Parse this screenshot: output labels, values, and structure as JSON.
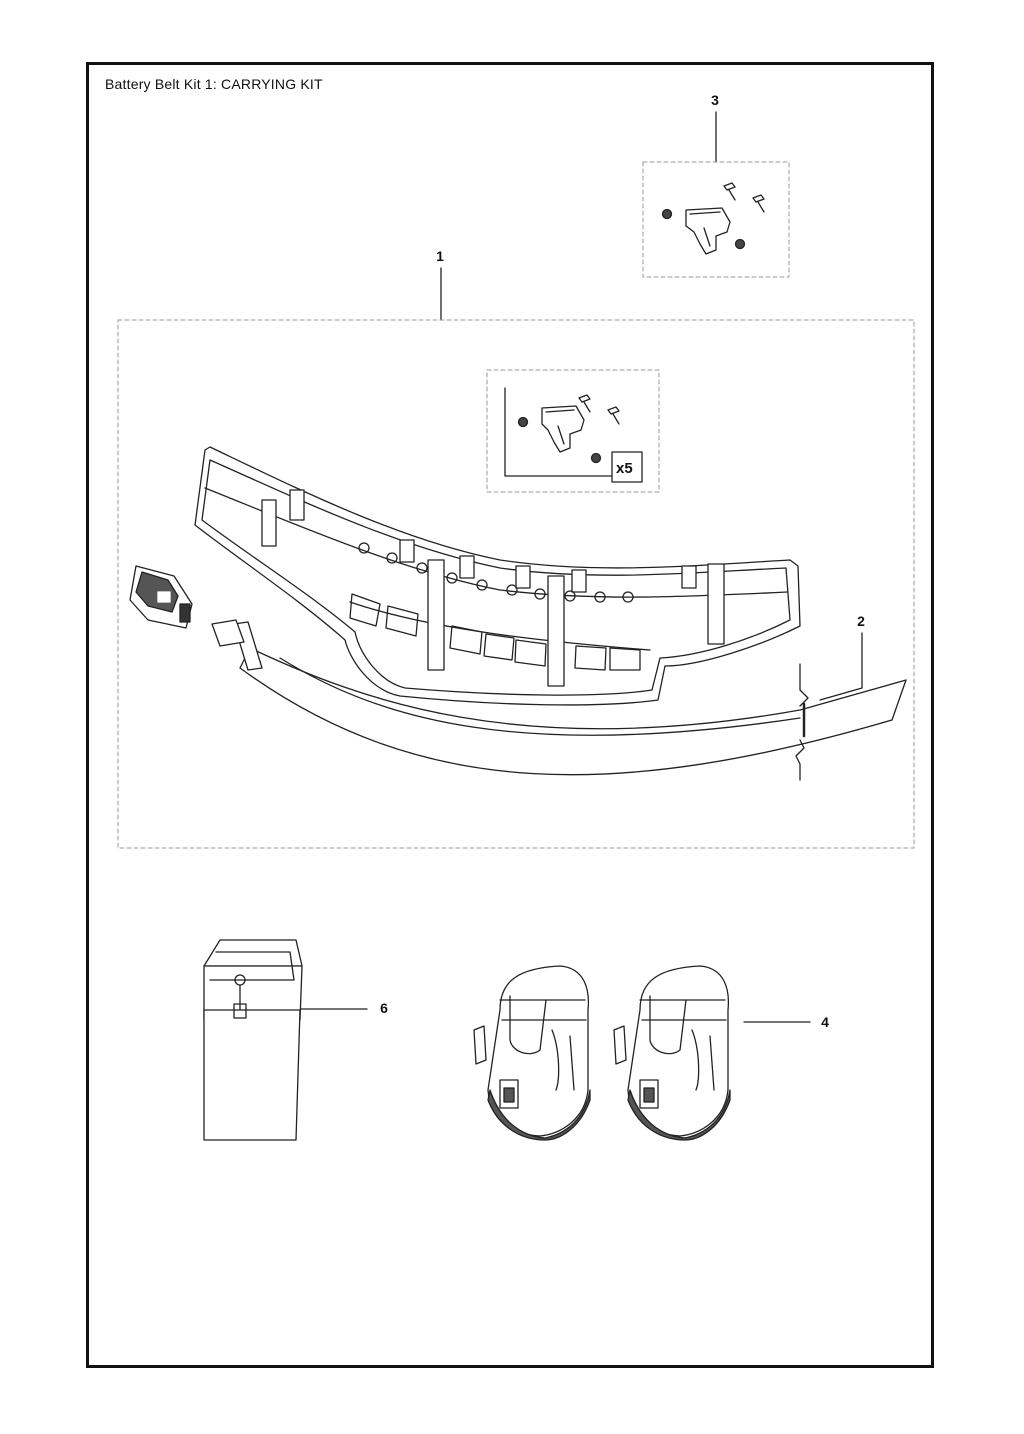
{
  "title": "Battery Belt Kit 1: CARRYING KIT",
  "callouts": [
    "1",
    "2",
    "3",
    "4",
    "6"
  ],
  "quantity_badge": "x5",
  "colors": {
    "line": "#222222",
    "dash": "#999999",
    "fill": "#ffffff",
    "shade": "#d8d8d8"
  }
}
